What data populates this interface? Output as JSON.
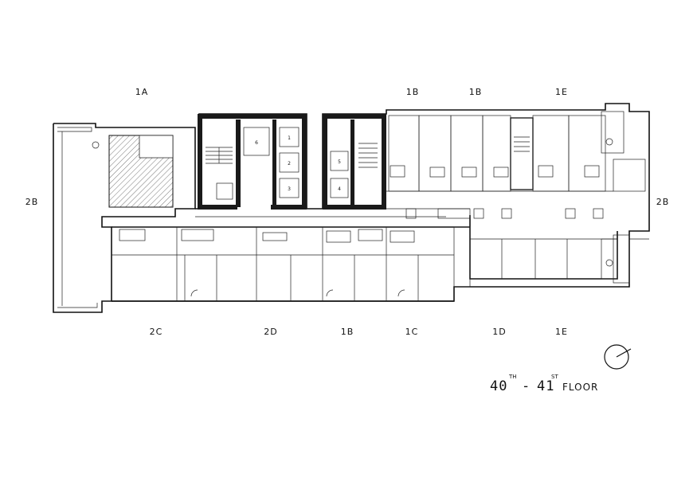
{
  "unit_labels_top": [
    "1A",
    "1B",
    "1B",
    "1E"
  ],
  "unit_labels_bottom": [
    "2C",
    "2D",
    "1B",
    "1C",
    "1D",
    "1E"
  ],
  "unit_labels_side": [
    "2B",
    "2B"
  ],
  "lift_numbers": [
    "6",
    "1",
    "2",
    "3",
    "5",
    "4"
  ],
  "floor": {
    "start": "40",
    "start_sup": "TH",
    "dash": "-",
    "end": "41",
    "end_sup": "ST",
    "word": "FLOOR"
  },
  "colors": {
    "ink": "#111111",
    "hatch": "#888888",
    "paper": "#ffffff"
  },
  "icons": [
    "north-arrow-icon"
  ]
}
